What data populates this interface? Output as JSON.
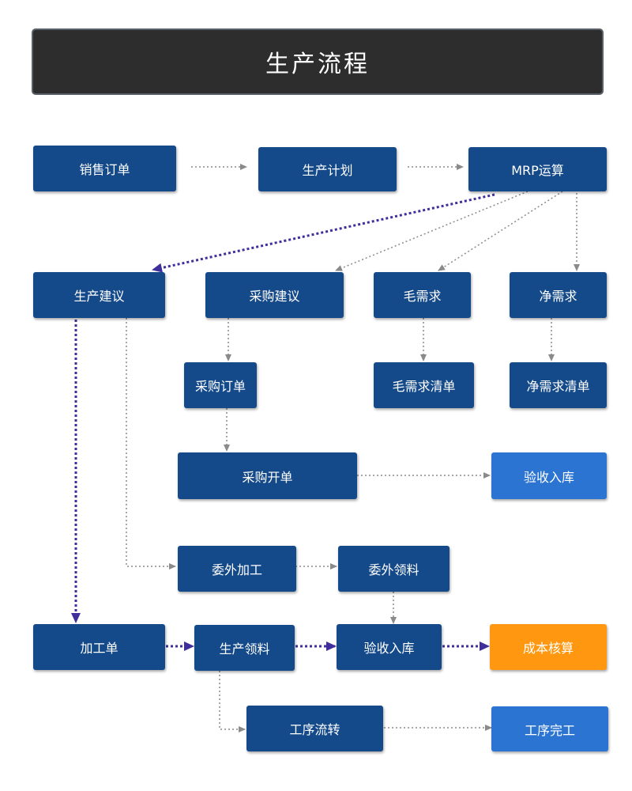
{
  "title": "生产流程",
  "colors": {
    "node": "#154a8a",
    "node_light": "#2b74d2",
    "node_orange": "#ff9810",
    "arrow_gray": "#8a8a8a",
    "arrow_purple": "#3f2f9c"
  },
  "nodes": {
    "sales_order": "销售订单",
    "production_plan": "生产计划",
    "mrp": "MRP运算",
    "production_suggestion": "生产建议",
    "purchase_suggestion": "采购建议",
    "gross_demand": "毛需求",
    "net_demand": "净需求",
    "purchase_order": "采购订单",
    "gross_demand_list": "毛需求清单",
    "net_demand_list": "净需求清单",
    "purchase_billing": "采购开单",
    "acceptance_top": "验收入库",
    "outsourcing": "委外加工",
    "outsourcing_picking": "委外领料",
    "work_order": "加工单",
    "production_picking": "生产领料",
    "acceptance_bottom": "验收入库",
    "cost_accounting": "成本核算",
    "process_transfer": "工序流转",
    "process_complete": "工序完工"
  }
}
